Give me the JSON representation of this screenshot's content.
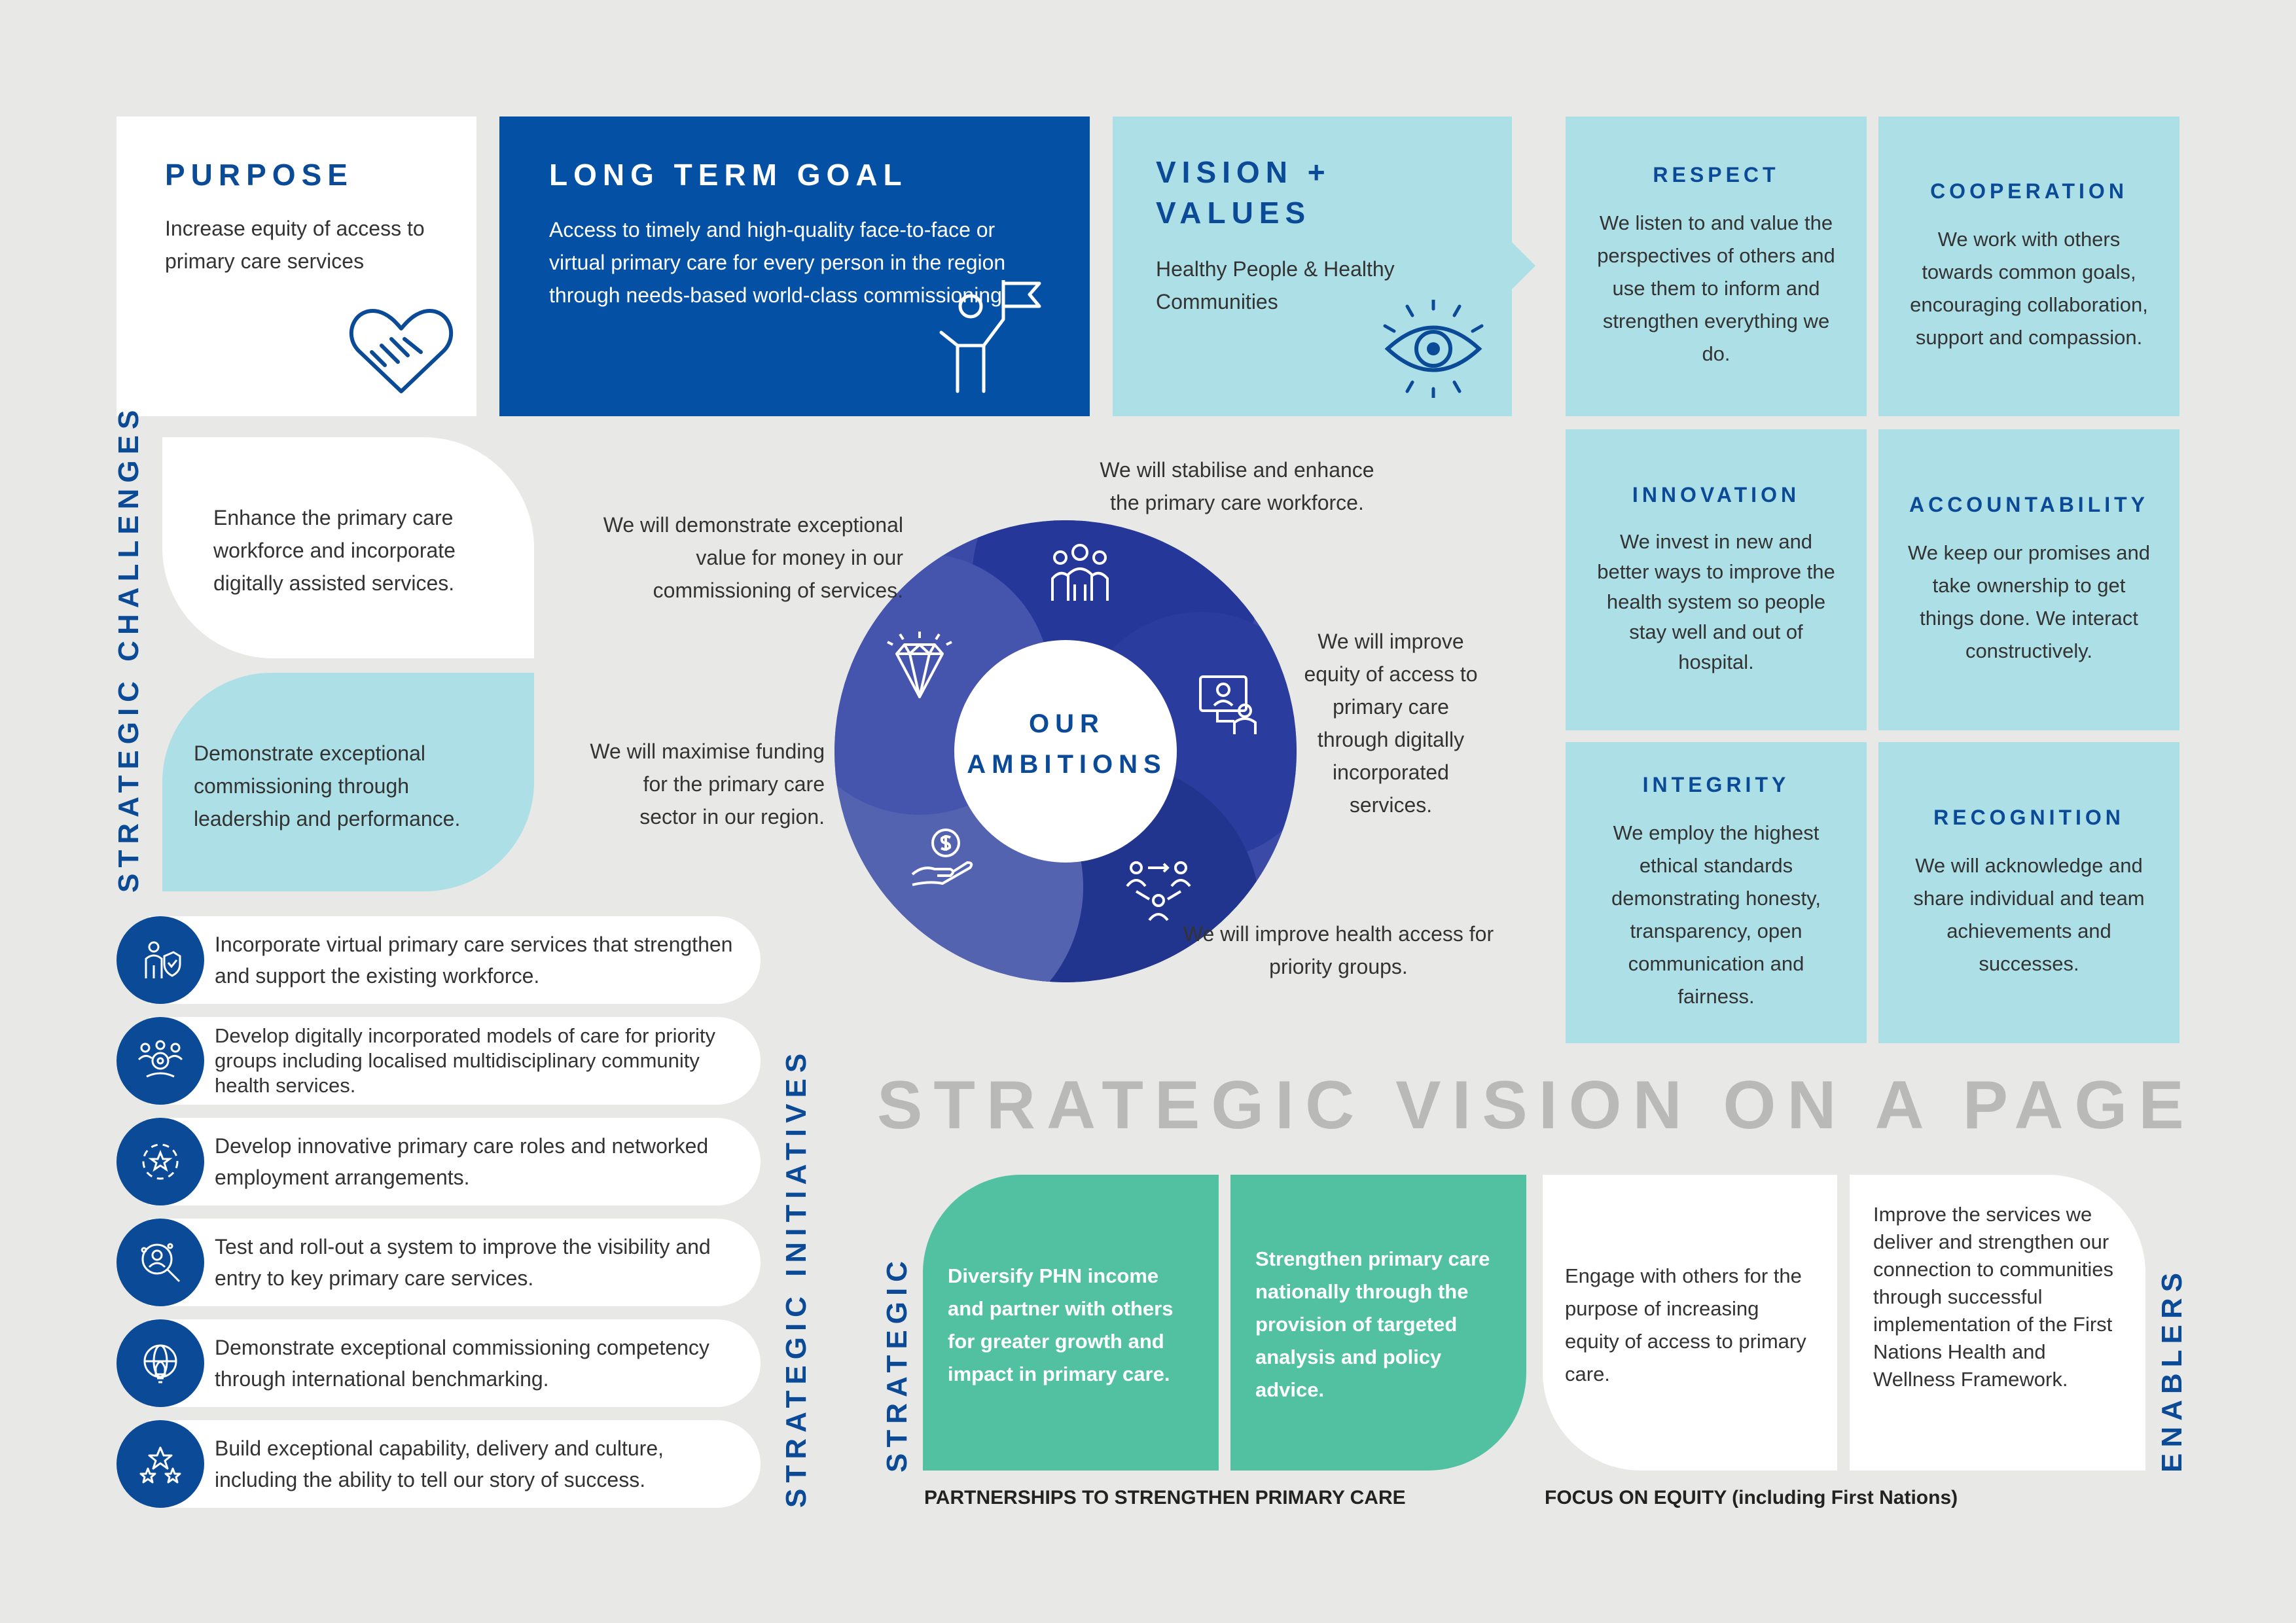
{
  "purpose": {
    "title": "PURPOSE",
    "text": "Increase equity of access to primary care services",
    "icon": "handshake-heart-icon"
  },
  "long_term_goal": {
    "title": "LONG TERM GOAL",
    "text": "Access to timely and high-quality face-to-face or virtual primary care for every person in the region through needs-based world-class commissioning",
    "icon": "person-flag-icon"
  },
  "vision": {
    "title_line1": "VISION +",
    "title_line2": "VALUES",
    "text": "Healthy People & Healthy Communities",
    "icon": "eye-icon"
  },
  "values": [
    {
      "title": "RESPECT",
      "text": "We listen to and value the perspectives of others and use them to inform and strengthen everything we do."
    },
    {
      "title": "COOPERATION",
      "text": "We work with others towards common goals, encouraging collaboration, support and compassion."
    },
    {
      "title": "INNOVATION",
      "text": "We invest in new and better ways to improve the health system so people stay well and out of hospital."
    },
    {
      "title": "ACCOUNTABILITY",
      "text": "We keep our promises and take ownership to get things done. We interact constructively."
    },
    {
      "title": "INTEGRITY",
      "text": "We employ the highest ethical standards demonstrating honesty, transparency, open communication and fairness."
    },
    {
      "title": "RECOGNITION",
      "text": "We will acknowledge and share individual and team achievements and successes."
    }
  ],
  "strategic_challenges": {
    "label": "STRATEGIC CHALLENGES",
    "items": [
      "Enhance the primary care workforce and incorporate digitally assisted services.",
      "Demonstrate exceptional commissioning through leadership and performance."
    ]
  },
  "ambitions": {
    "center_line1": "OUR",
    "center_line2": "AMBITIONS",
    "items": [
      "We will stabilise and enhance the primary care workforce.",
      "We will improve equity of access to primary care through digitally incorporated services.",
      "We will improve health access for priority groups.",
      "We will maximise funding for the primary care sector in our region.",
      "We will demonstrate exceptional value for money in our commissioning of services."
    ],
    "icons": [
      "team-icon",
      "virtual-care-icon",
      "group-exchange-icon",
      "dollar-hand-icon",
      "diamond-icon"
    ]
  },
  "strategic_initiatives": {
    "label": "STRATEGIC INITIATIVES",
    "items": [
      {
        "text": "Incorporate virtual primary care services that strengthen and support the existing workforce.",
        "icon": "person-shield-icon"
      },
      {
        "text": "Develop digitally incorporated models of care for priority groups including localised multidisciplinary community health services.",
        "icon": "people-gear-icon"
      },
      {
        "text": "Develop innovative primary care roles and networked employment arrangements.",
        "icon": "star-network-icon"
      },
      {
        "text": "Test and roll-out a system to improve the visibility and entry to key primary care services.",
        "icon": "magnifier-person-icon"
      },
      {
        "text": "Demonstrate exceptional commissioning competency through international benchmarking.",
        "icon": "globe-lightbulb-icon"
      },
      {
        "text": "Build exceptional capability, delivery and culture, including the ability to tell our story of success.",
        "icon": "stars-icon"
      }
    ]
  },
  "page_title": "STRATEGIC VISION ON A PAGE",
  "enablers": {
    "left_label": "STRATEGIC",
    "right_label": "ENABLERS",
    "partnerships": {
      "caption": "PARTNERSHIPS TO STRENGTHEN PRIMARY CARE",
      "items": [
        "Diversify PHN income and partner with others for greater growth and impact in primary care.",
        "Strengthen primary care nationally through the provision of targeted analysis and policy advice."
      ]
    },
    "equity": {
      "caption": "FOCUS ON EQUITY (including First Nations)",
      "items": [
        "Engage with others for the purpose of increasing equity of access to primary care.",
        "Improve the services we deliver and strengthen our connection to communities through successful implementation of the First Nations Health and Wellness Framework."
      ]
    }
  },
  "colors": {
    "navy": "#0b4a97",
    "light_blue": "#addfe6",
    "green": "#52c1a2",
    "ring": "#2d3e9c",
    "title_gray": "#b9b9b7"
  }
}
